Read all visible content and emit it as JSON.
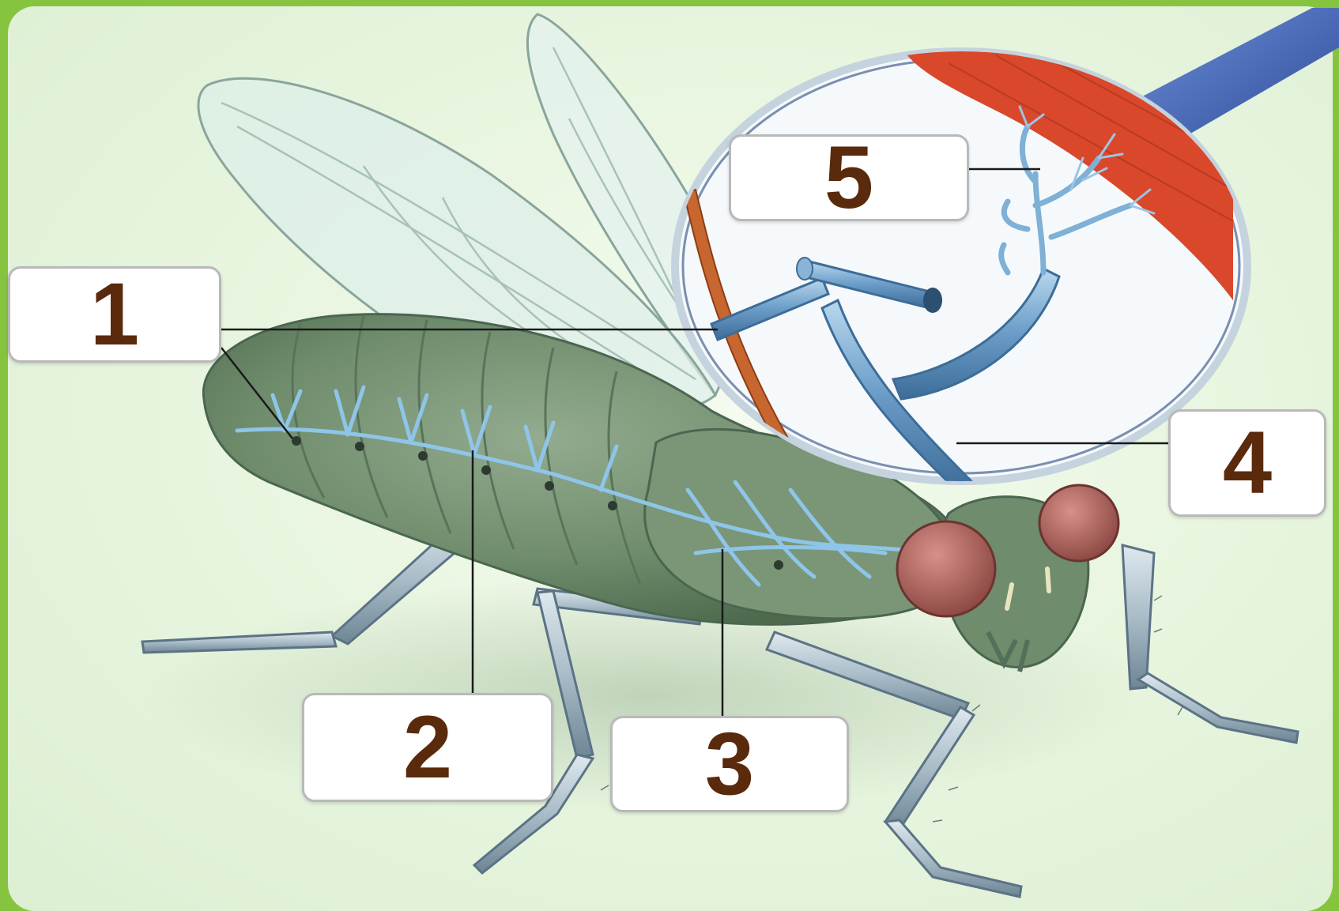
{
  "diagram": {
    "labels": [
      {
        "id": "1",
        "text": "1"
      },
      {
        "id": "2",
        "text": "2"
      },
      {
        "id": "3",
        "text": "3"
      },
      {
        "id": "4",
        "text": "4"
      },
      {
        "id": "5",
        "text": "5"
      }
    ]
  },
  "colors": {
    "frame": "#86c440",
    "background": "#e9f6e1",
    "body": "#6f8c6c",
    "trachea": "#8ec5e8",
    "eye": "#a8625a",
    "muscle": "#d9482b",
    "needle": "#3f63b3",
    "label_text": "#5a2a0c"
  }
}
